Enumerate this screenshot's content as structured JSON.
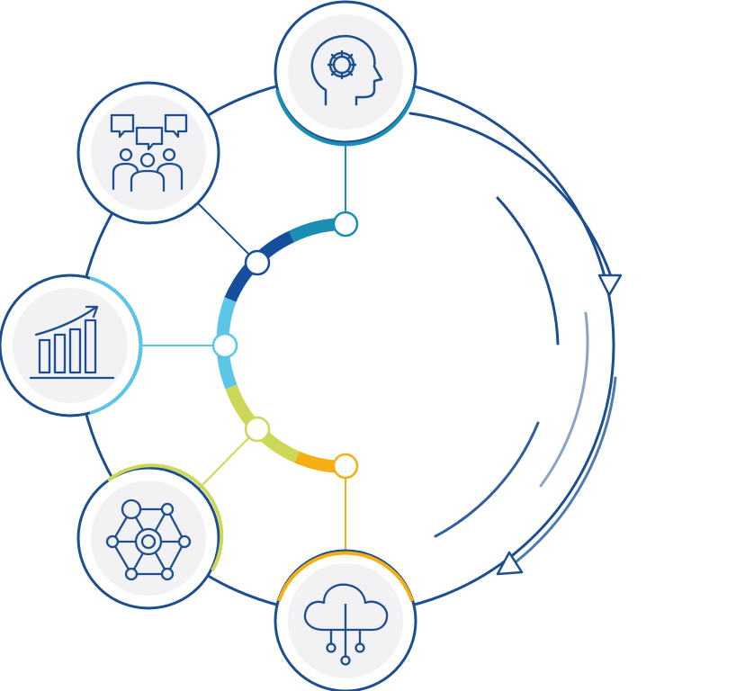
{
  "colors": {
    "navy": "#1d4e8f",
    "dark_blue": "#164e9e",
    "teal": "#1a8fb3",
    "light_blue": "#5cc6e6",
    "lime": "#cdd858",
    "yellow_green": "#d2d540",
    "orange": "#f5ae14",
    "node_fill": "#f2f2f4"
  },
  "nodes": [
    {
      "id": "ai",
      "icon": "head-gear-icon",
      "accent": "teal"
    },
    {
      "id": "collaboration",
      "icon": "team-chat-icon",
      "accent": "navy"
    },
    {
      "id": "growth",
      "icon": "bar-chart-growth-icon",
      "accent": "light_blue"
    },
    {
      "id": "network",
      "icon": "network-nodes-icon",
      "accent": "lime"
    },
    {
      "id": "cloud",
      "icon": "cloud-data-icon",
      "accent": "orange"
    }
  ],
  "flow": {
    "direction": "clockwise",
    "arrows": 2
  }
}
